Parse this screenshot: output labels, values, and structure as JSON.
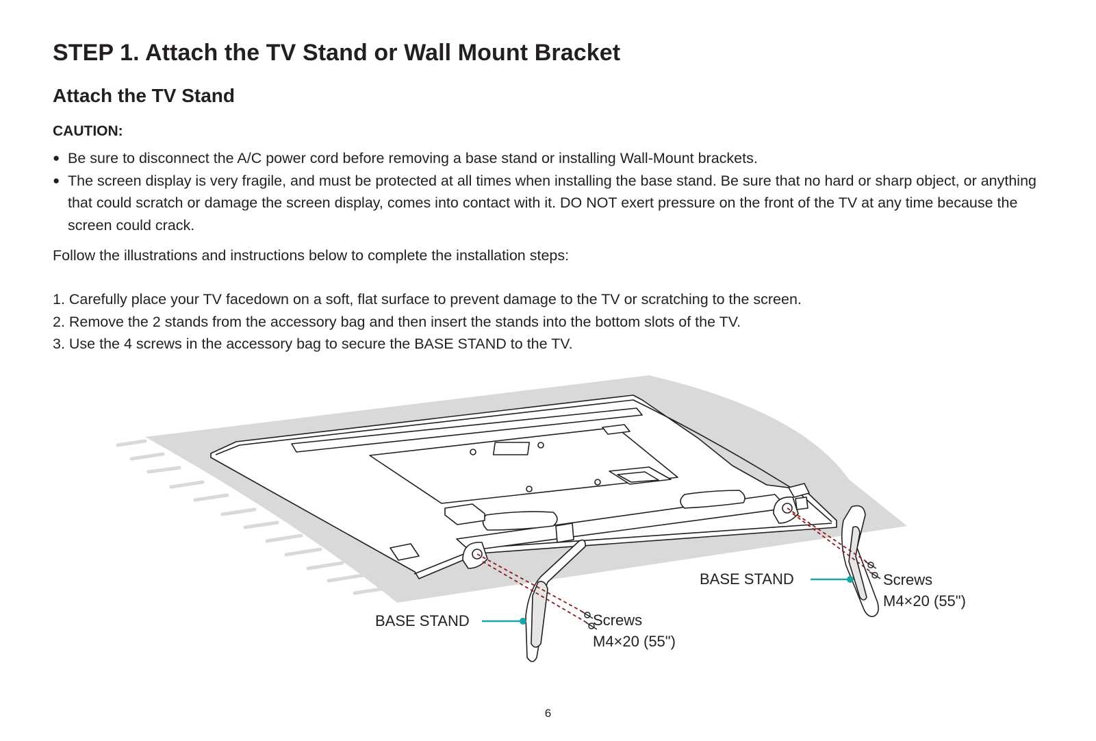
{
  "title": "STEP 1. Attach the TV Stand or Wall Mount Bracket",
  "subtitle": "Attach the TV Stand",
  "caution_label": "CAUTION:",
  "bullet_symbol": "●",
  "cautions": [
    "Be sure to disconnect the A/C power cord before removing a base stand or installing Wall-Mount brackets.",
    "The screen display is very fragile, and must be protected at all times when installing the base stand. Be sure that no hard or sharp object, or anything that could scratch or damage the screen display, comes into contact with it. DO NOT exert pressure on the front of the TV at any time because the screen could crack."
  ],
  "intro": "Follow the illustrations and instructions below to complete the installation steps:",
  "steps": [
    "1. Carefully place your TV facedown on a soft, flat surface to prevent damage to the TV or scratching to the screen.",
    "2. Remove the 2 stands from the accessory bag and then insert the stands into the bottom slots of the TV.",
    "3. Use the 4 screws in the accessory bag to secure the BASE STAND to the TV."
  ],
  "illustration": {
    "left_stand_label": "BASE STAND",
    "right_stand_label": "BASE STAND",
    "left_screws_label": "Screws",
    "left_screws_size": "M4×20 (55\")",
    "right_screws_label": "Screws",
    "right_screws_size": "M4×20 (55\")",
    "callout_color": "#1aa6a6",
    "screw_path_color": "#8b1a1a",
    "surface_color": "#d9d9d9"
  },
  "page_number": "6"
}
